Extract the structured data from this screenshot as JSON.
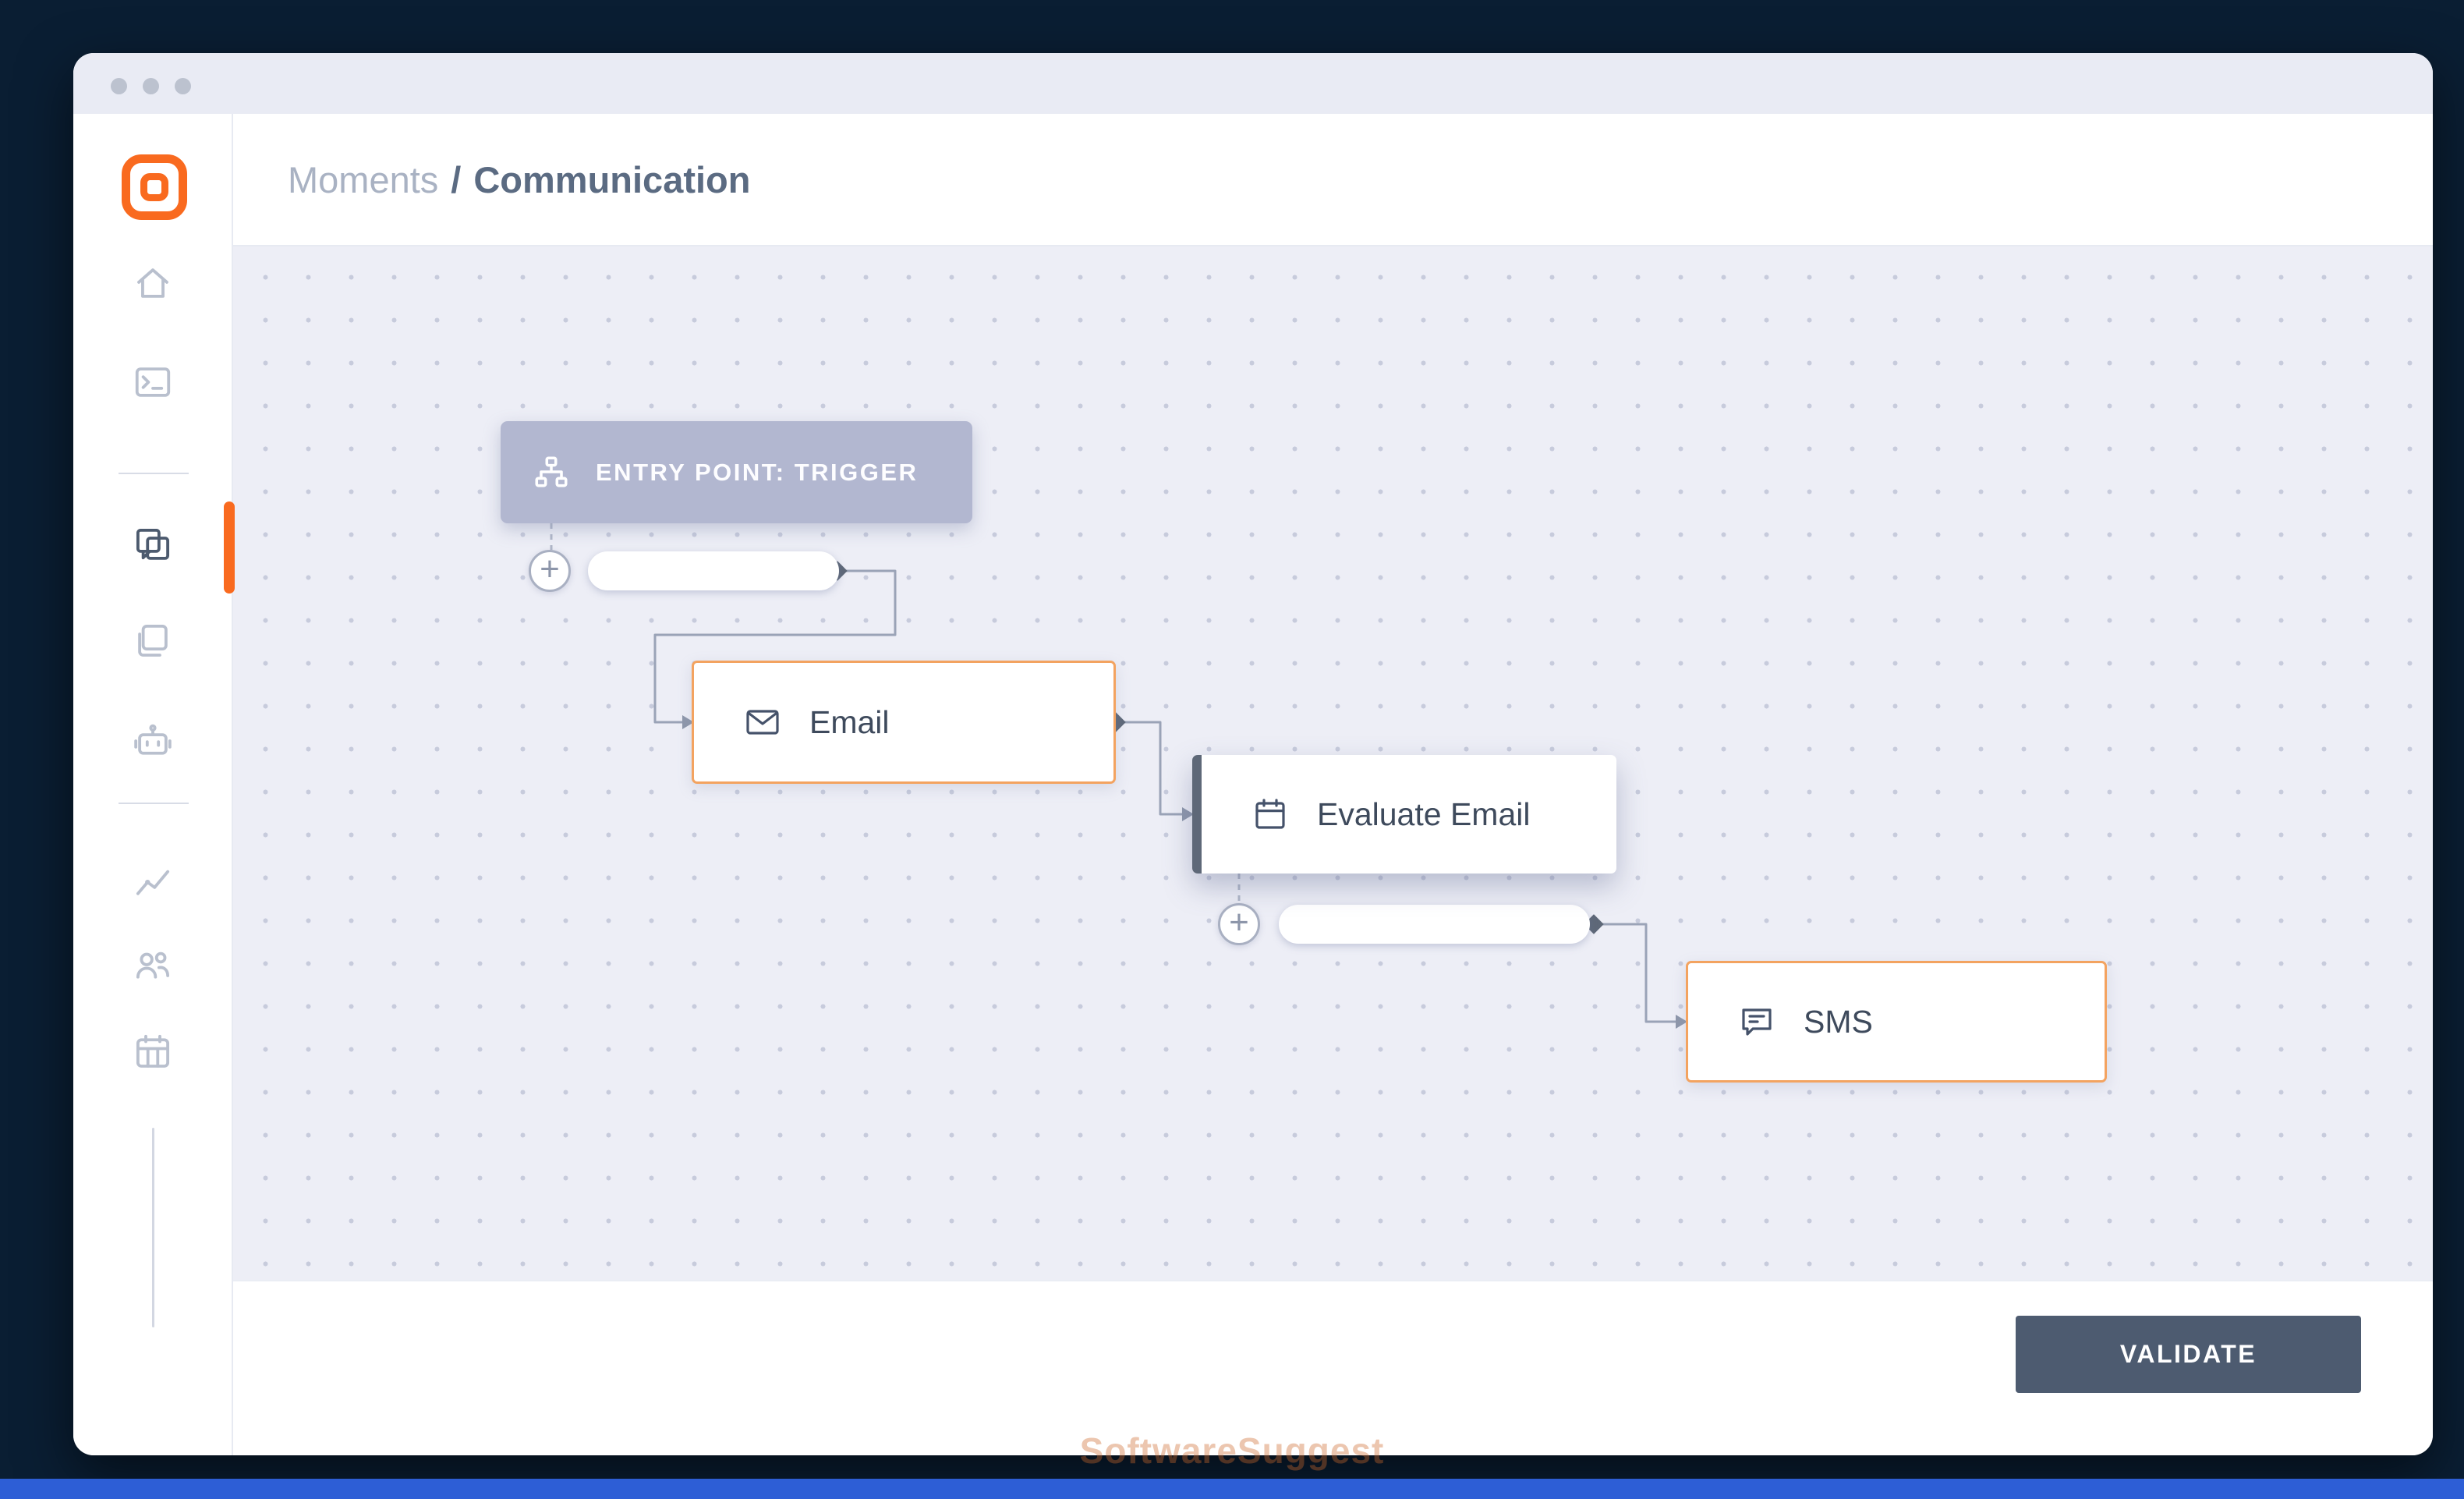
{
  "titlebar": {
    "control_dots": 3
  },
  "breadcrumb": {
    "section": "Moments",
    "separator": "/",
    "current": "Communication"
  },
  "sidebar": {
    "logo": "infobip-logo",
    "icons": [
      {
        "name": "home-icon",
        "active": false
      },
      {
        "name": "terminal-icon",
        "active": false
      },
      {
        "name": "conversations-icon",
        "active": true
      },
      {
        "name": "pages-icon",
        "active": false
      },
      {
        "name": "bot-icon",
        "active": false
      },
      {
        "name": "analytics-icon",
        "active": false
      },
      {
        "name": "people-icon",
        "active": false
      },
      {
        "name": "board-icon",
        "active": false
      }
    ]
  },
  "flow": {
    "entry_point": {
      "label": "ENTRY POINT: TRIGGER",
      "icon": "sitemap-icon"
    },
    "add_glyph": "+",
    "nodes": [
      {
        "label": "Email",
        "icon": "envelope-icon",
        "style": "orange-border"
      },
      {
        "label": "Evaluate Email",
        "icon": "calendar-icon",
        "style": "left-accent-bar"
      },
      {
        "label": "SMS",
        "icon": "sms-bubble-icon",
        "style": "orange-border"
      }
    ]
  },
  "footer": {
    "validate_label": "VALIDATE"
  },
  "watermark": {
    "text": "SoftwareSuggest"
  },
  "colors": {
    "accent_orange": "#F96A1F",
    "entry_node_bg": "#B2B7D0",
    "node_border_orange": "#F3A360",
    "evaluate_accent": "#5E6878",
    "connector": "#9AA3B7",
    "validate_bg": "#4D5B70",
    "canvas_bg": "#EDEEF6",
    "titlebar_bg": "#E9EBF4",
    "frame_bg": "#0A1E33",
    "bottom_bar_blue": "#2D5ED6"
  }
}
